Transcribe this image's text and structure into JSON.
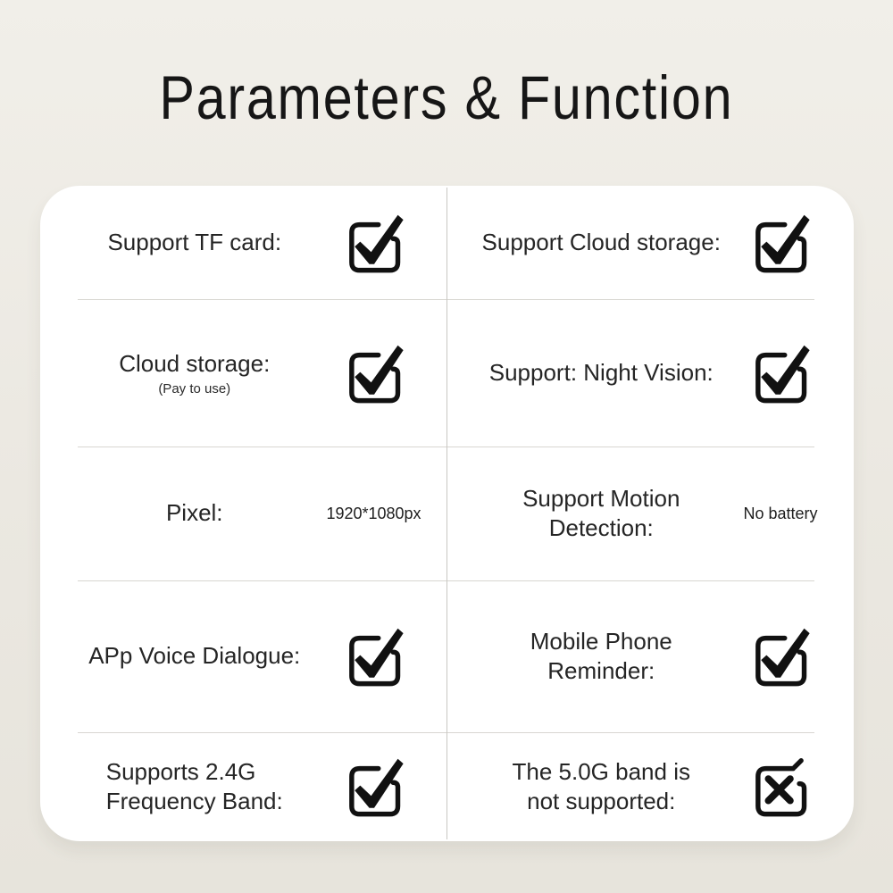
{
  "title": "Parameters & Function",
  "colors": {
    "background": "#ebe8e1",
    "card": "#ffffff",
    "divider": "#d8d6d1",
    "text": "#222222",
    "icon": "#111111"
  },
  "card": {
    "rows": [
      {
        "left": {
          "label": "Support TF card:",
          "icon": "checked-box-icon"
        },
        "right": {
          "label": "Support Cloud storage:",
          "icon": "checked-box-icon"
        }
      },
      {
        "left": {
          "label": "Cloud storage:",
          "sublabel": "(Pay to use)",
          "icon": "checked-box-icon"
        },
        "right": {
          "label": "Support: Night Vision:",
          "icon": "checked-box-icon"
        }
      },
      {
        "left": {
          "label": "Pixel:",
          "value": "1920*1080px"
        },
        "right": {
          "label": "Support Motion\nDetection:",
          "value": "No battery"
        }
      },
      {
        "left": {
          "label": "APp Voice Dialogue:",
          "icon": "checked-box-icon"
        },
        "right": {
          "label": "Mobile Phone\nReminder:",
          "icon": "checked-box-icon"
        }
      },
      {
        "left": {
          "label": "Supports 2.4G\nFrequency Band:",
          "icon": "checked-box-icon"
        },
        "right": {
          "label": "The 5.0G band is\nnot supported:",
          "icon": "cross-box-icon"
        }
      }
    ]
  }
}
